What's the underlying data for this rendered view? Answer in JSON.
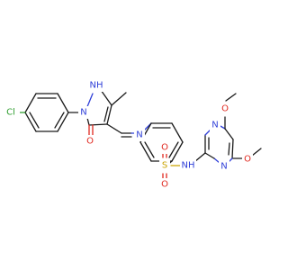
{
  "structure": {
    "atoms": {
      "cl": "Cl",
      "pyrazole_nh": "NH",
      "pyrazole_n": "N",
      "carbonyl_o": "O",
      "imine_n": "N",
      "sulfur": "S",
      "sulfonyl_o_top": "O",
      "sulfonyl_o_bottom": "O",
      "amide_nh": "NH",
      "pyrimidine_n_top": "N",
      "pyrimidine_n_bottom": "N",
      "methoxy_o_top": "O",
      "methoxy_o_right": "O"
    },
    "colors": {
      "carbon": "#1a1a1a",
      "nitrogen": "#2f3fd8",
      "oxygen": "#e0281f",
      "sulfur": "#c9a400",
      "chlorine": "#2e9d2e"
    }
  }
}
